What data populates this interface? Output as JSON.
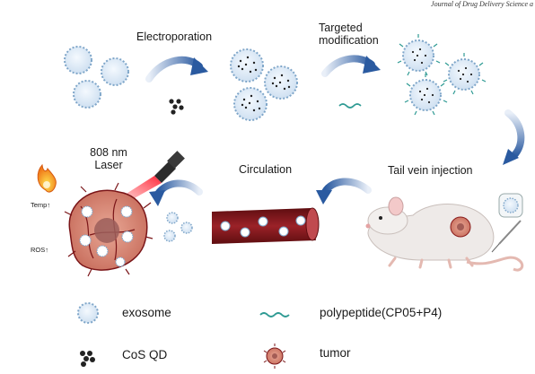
{
  "header": {
    "journal": "Journal of Drug Delivery Science a"
  },
  "steps": {
    "electroporation": "Electroporation",
    "targeted_line1": "Targeted",
    "targeted_line2": "modification",
    "laser_line1": "808 nm",
    "laser_line2": "Laser",
    "circulation": "Circulation",
    "tail_vein": "Tail vein injection"
  },
  "tumor_labels": {
    "temp": "Temp↑",
    "ros": "ROS↑"
  },
  "legend": {
    "exosome": "exosome",
    "polypeptide": "polypeptide(CP05+P4)",
    "cos_qd": "CoS QD",
    "tumor": "tumor"
  },
  "colors": {
    "exosome_fill": "#dbe9f6",
    "exosome_stroke": "#7fa6c9",
    "arrow": "#2a5aa0",
    "vessel": "#7a1518",
    "tumor": "#d98a7c",
    "peptide": "#2e9a93",
    "laser": "#e8192c"
  }
}
